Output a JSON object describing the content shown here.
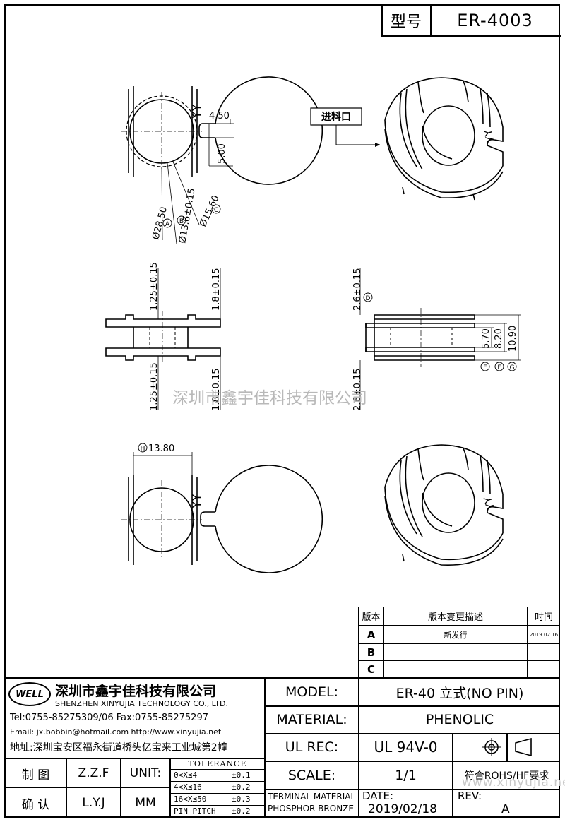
{
  "header": {
    "type_label": "型号",
    "type_value": "ER-4003"
  },
  "watermark": {
    "center": "深圳市鑫宇佳科技有限公司",
    "bottom": "www.xinyujia.net"
  },
  "drawing": {
    "top_view": {
      "dim_a": "Ø28.50",
      "dim_b": "Ø13.6±0.15",
      "dim_c": "Ø15.60",
      "tag_a": "A",
      "tag_b": "B",
      "tag_c": "C",
      "slot_width": "4.50",
      "slot_depth": "5.00",
      "mark": "YY"
    },
    "inlet_label": "进料口",
    "side_view": {
      "left_top": "1.25±0.15",
      "right_top": "1.8±0.15",
      "left_bottom": "1.25±0.15",
      "right_bottom": "1.8±0.15"
    },
    "section_view": {
      "top_flange": "2.6±0.15",
      "bottom_flange": "2.6±0.15",
      "h1": "5.70",
      "h2": "8.20",
      "h3": "10.90",
      "tag_d": "D",
      "tag_e": "E",
      "tag_f": "F",
      "tag_g": "G"
    },
    "bottom_view": {
      "dim_h": "13.80",
      "tag_h": "H",
      "mark": "YY"
    }
  },
  "revision_table": {
    "headers": [
      "版本",
      "版本变更描述",
      "时间"
    ],
    "rows": [
      {
        "rev": "A",
        "desc": "新发行",
        "date": "2019.02.16"
      },
      {
        "rev": "B",
        "desc": "",
        "date": ""
      },
      {
        "rev": "C",
        "desc": "",
        "date": ""
      }
    ]
  },
  "company": {
    "logo": "WELL",
    "name_cn": "深圳市鑫宇佳科技有限公司",
    "name_en": "SHENZHEN XINYUJIA TECHNOLOGY CO., LTD.",
    "contact": "Tel:0755-85275309/06    Fax:0755-85275297",
    "email": "Email: jx.bobbin@hotmail.com http://www.xinyujia.net",
    "address": "地址:深圳宝安区福永街道桥头亿宝来工业城第2幢"
  },
  "title_block": {
    "model_label": "MODEL:",
    "model_value": "ER-40 立式(NO PIN)",
    "material_label": "MATERIAL:",
    "material_value": "PHENOLIC",
    "ulrec_label": "UL REC:",
    "ulrec_value": "UL 94V-0",
    "scale_label": "SCALE:",
    "scale_value": "1/1",
    "rohs": "符合ROHS/HF要求",
    "terminal_label": "TERMINAL MATERIAL",
    "terminal_value": "PHOSPHOR BRONZE",
    "date_label": "DATE:",
    "date_value": "2019/02/18",
    "rev_label": "REV:",
    "rev_value": "A",
    "drawn_label": "制 图",
    "drawn_value": "Z.Z.F",
    "check_label": "确 认",
    "check_value": "L.Y.J",
    "unit_label": "UNIT:",
    "unit_value": "MM",
    "tolerance_title": "TOLERANCE",
    "tolerances": [
      {
        "range": "0<X≤4",
        "value": "±0.1"
      },
      {
        "range": "4<X≤16",
        "value": "±0.2"
      },
      {
        "range": "16<X≤50",
        "value": "±0.3"
      },
      {
        "range": "PIN PITCH",
        "value": "±0.2"
      }
    ]
  }
}
